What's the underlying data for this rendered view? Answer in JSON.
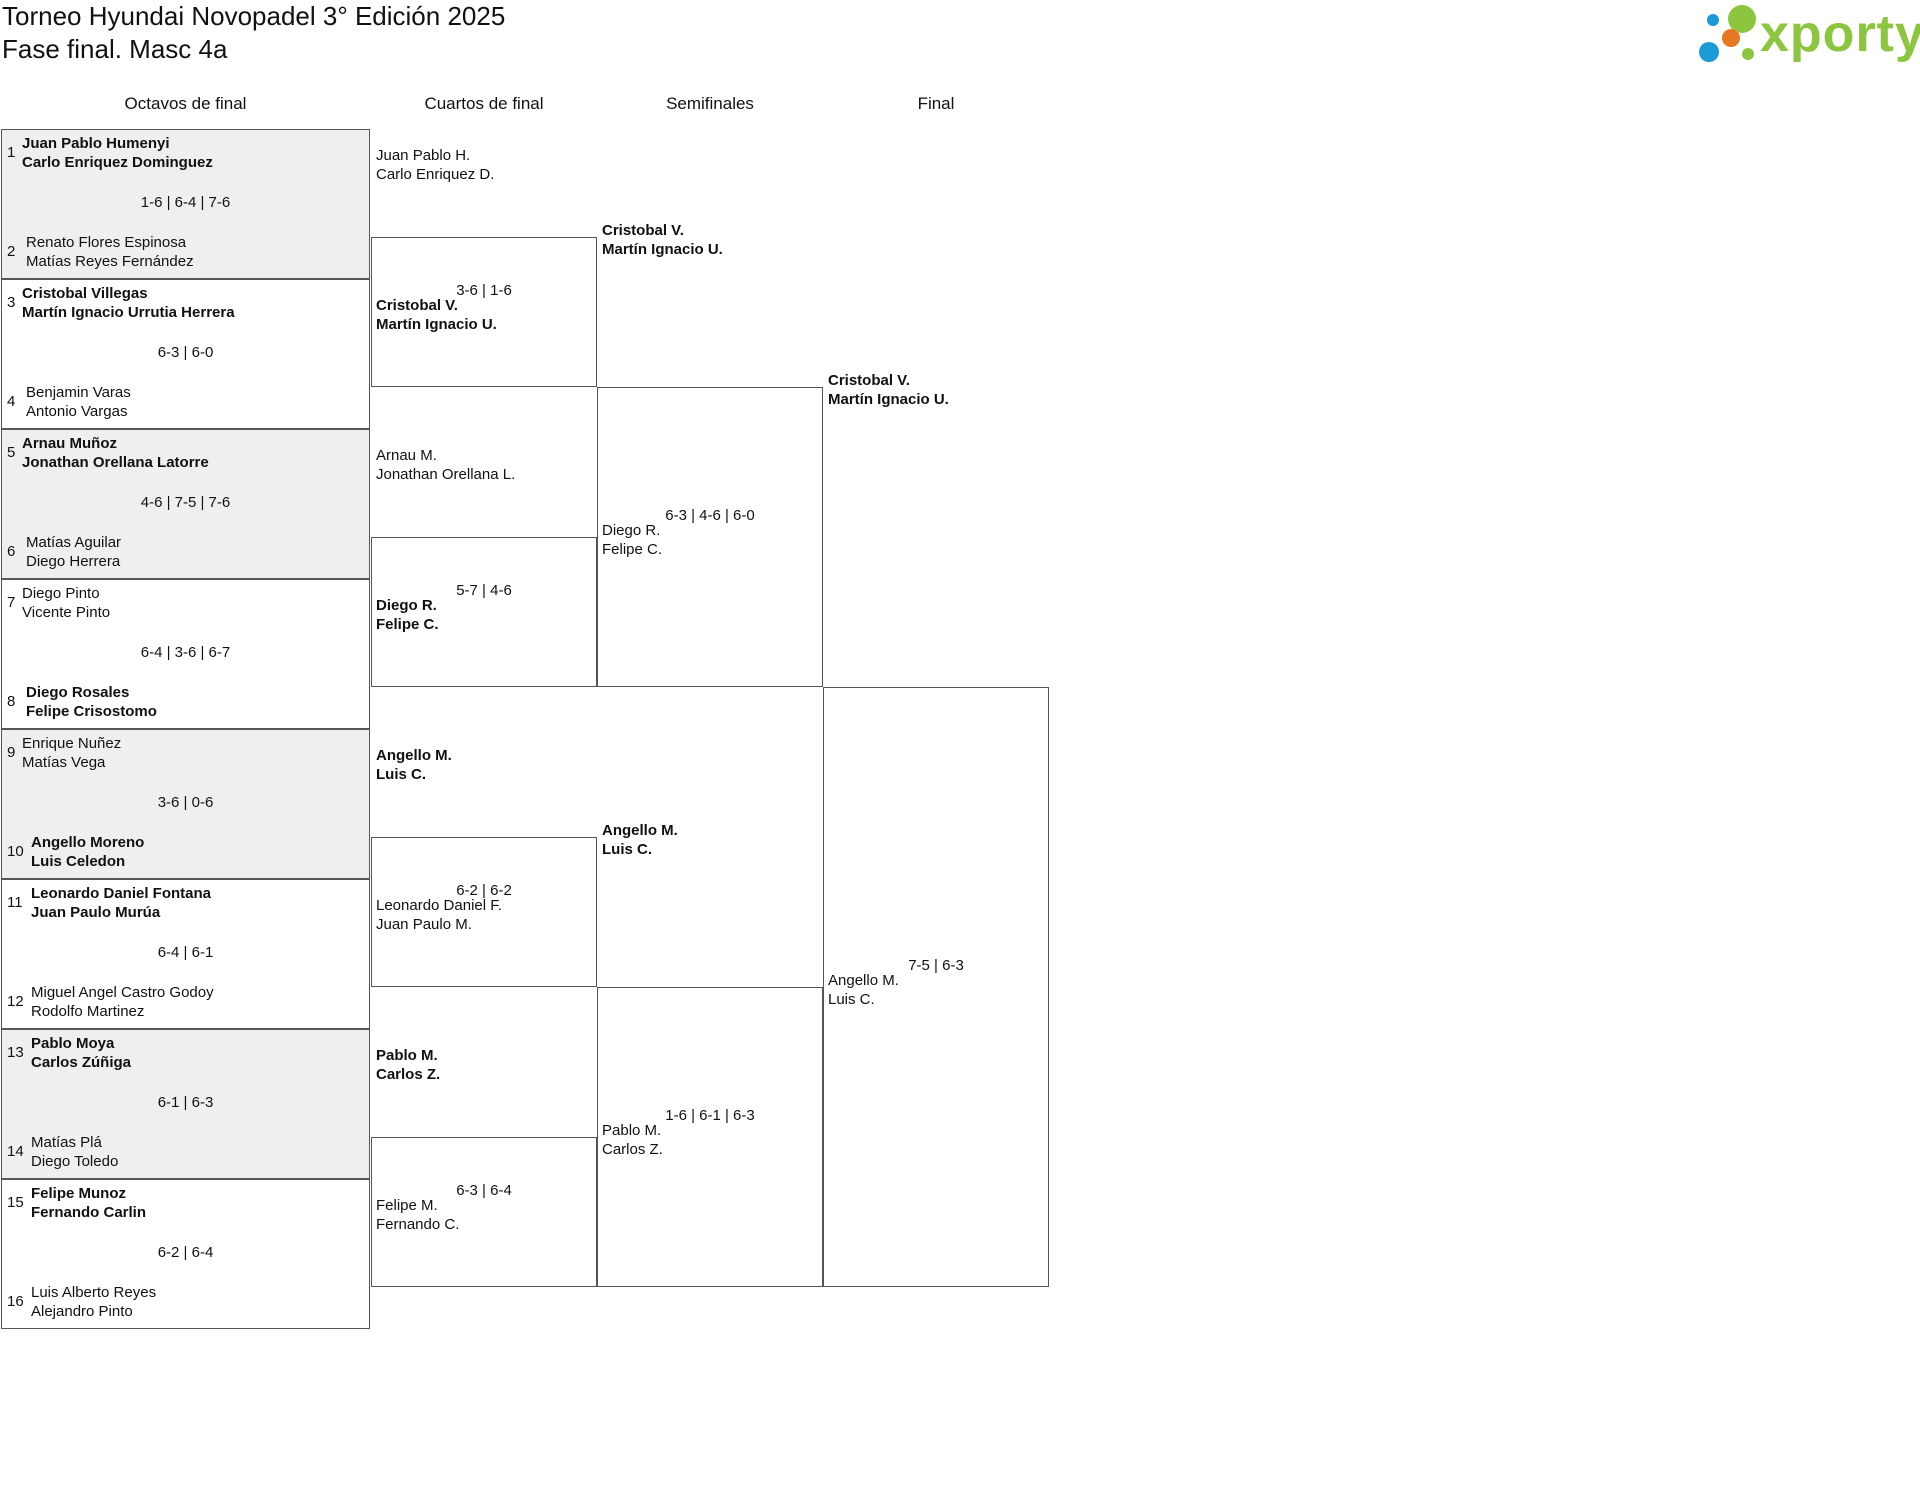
{
  "header": {
    "title": "Torneo Hyundai Novopadel 3° Edición 2025",
    "subtitle": "Fase final. Masc 4a"
  },
  "logo": {
    "text": "xporty",
    "brand_color": "#8cc63f",
    "dot_colors": [
      "#1a9ad6",
      "#8cc63f",
      "#e87722"
    ]
  },
  "rounds": [
    "Octavos de final",
    "Cuartos de final",
    "Semifinales",
    "Final"
  ],
  "r16": [
    {
      "seed_a": "1",
      "a": [
        "Juan Pablo Humenyi",
        "Carlo Enriquez Dominguez"
      ],
      "score": "1-6 | 6-4 | 7-6",
      "seed_b": "2",
      "b": [
        "Renato Flores Espinosa",
        "Matías Reyes Fernández"
      ],
      "winner": "a"
    },
    {
      "seed_a": "3",
      "a": [
        "Cristobal Villegas",
        "Martín Ignacio Urrutia Herrera"
      ],
      "score": "6-3 | 6-0",
      "seed_b": "4",
      "b": [
        "Benjamin Varas",
        "Antonio Vargas"
      ],
      "winner": "a"
    },
    {
      "seed_a": "5",
      "a": [
        "Arnau Muñoz",
        "Jonathan Orellana Latorre"
      ],
      "score": "4-6 | 7-5 | 7-6",
      "seed_b": "6",
      "b": [
        "Matías Aguilar",
        "Diego Herrera"
      ],
      "winner": "a"
    },
    {
      "seed_a": "7",
      "a": [
        "Diego Pinto",
        "Vicente Pinto"
      ],
      "score": "6-4 | 3-6 | 6-7",
      "seed_b": "8",
      "b": [
        "Diego Rosales",
        "Felipe Crisostomo"
      ],
      "winner": "b"
    },
    {
      "seed_a": "9",
      "a": [
        "Enrique Nuñez",
        "Matías Vega"
      ],
      "score": "3-6 | 0-6",
      "seed_b": "10",
      "b": [
        "Angello Moreno",
        "Luis Celedon"
      ],
      "winner": "b"
    },
    {
      "seed_a": "11",
      "a": [
        "Leonardo Daniel Fontana",
        "Juan Paulo Murúa"
      ],
      "score": "6-4 | 6-1",
      "seed_b": "12",
      "b": [
        "Miguel Angel Castro Godoy",
        "Rodolfo Martinez"
      ],
      "winner": "a"
    },
    {
      "seed_a": "13",
      "a": [
        "Pablo Moya",
        "Carlos Zúñiga"
      ],
      "score": "6-1 | 6-3",
      "seed_b": "14",
      "b": [
        "Matías Plá",
        "Diego Toledo"
      ],
      "winner": "a"
    },
    {
      "seed_a": "15",
      "a": [
        "Felipe Munoz",
        "Fernando Carlin"
      ],
      "score": "6-2 | 6-4",
      "seed_b": "16",
      "b": [
        "Luis Alberto Reyes",
        "Alejandro Pinto"
      ],
      "winner": "a"
    }
  ],
  "qf": [
    {
      "a": [
        "Juan Pablo H.",
        "Carlo Enriquez D."
      ],
      "score": "3-6 | 1-6",
      "b": [
        "Cristobal V.",
        "Martín Ignacio U."
      ],
      "winner": "b"
    },
    {
      "a": [
        "Arnau M.",
        "Jonathan Orellana L."
      ],
      "score": "5-7 | 4-6",
      "b": [
        "Diego R.",
        "Felipe C."
      ],
      "winner": "b"
    },
    {
      "a": [
        "Angello M.",
        "Luis C."
      ],
      "score": "6-2 | 6-2",
      "b": [
        "Leonardo Daniel F.",
        "Juan Paulo M."
      ],
      "winner": "a"
    },
    {
      "a": [
        "Pablo M.",
        "Carlos Z."
      ],
      "score": "6-3 | 6-4",
      "b": [
        "Felipe M.",
        "Fernando C."
      ],
      "winner": "a"
    }
  ],
  "sf": [
    {
      "a": [
        "Cristobal V.",
        "Martín Ignacio U."
      ],
      "score": "6-3 | 4-6 | 6-0",
      "b": [
        "Diego R.",
        "Felipe C."
      ],
      "winner": "a"
    },
    {
      "a": [
        "Angello M.",
        "Luis C."
      ],
      "score": "1-6 | 6-1 | 6-3",
      "b": [
        "Pablo M.",
        "Carlos Z."
      ],
      "winner": "a"
    }
  ],
  "final": {
    "a": [
      "Cristobal V.",
      "Martín Ignacio U."
    ],
    "score": "7-5 | 6-3",
    "b": [
      "Angello M.",
      "Luis C."
    ],
    "winner": "a"
  }
}
